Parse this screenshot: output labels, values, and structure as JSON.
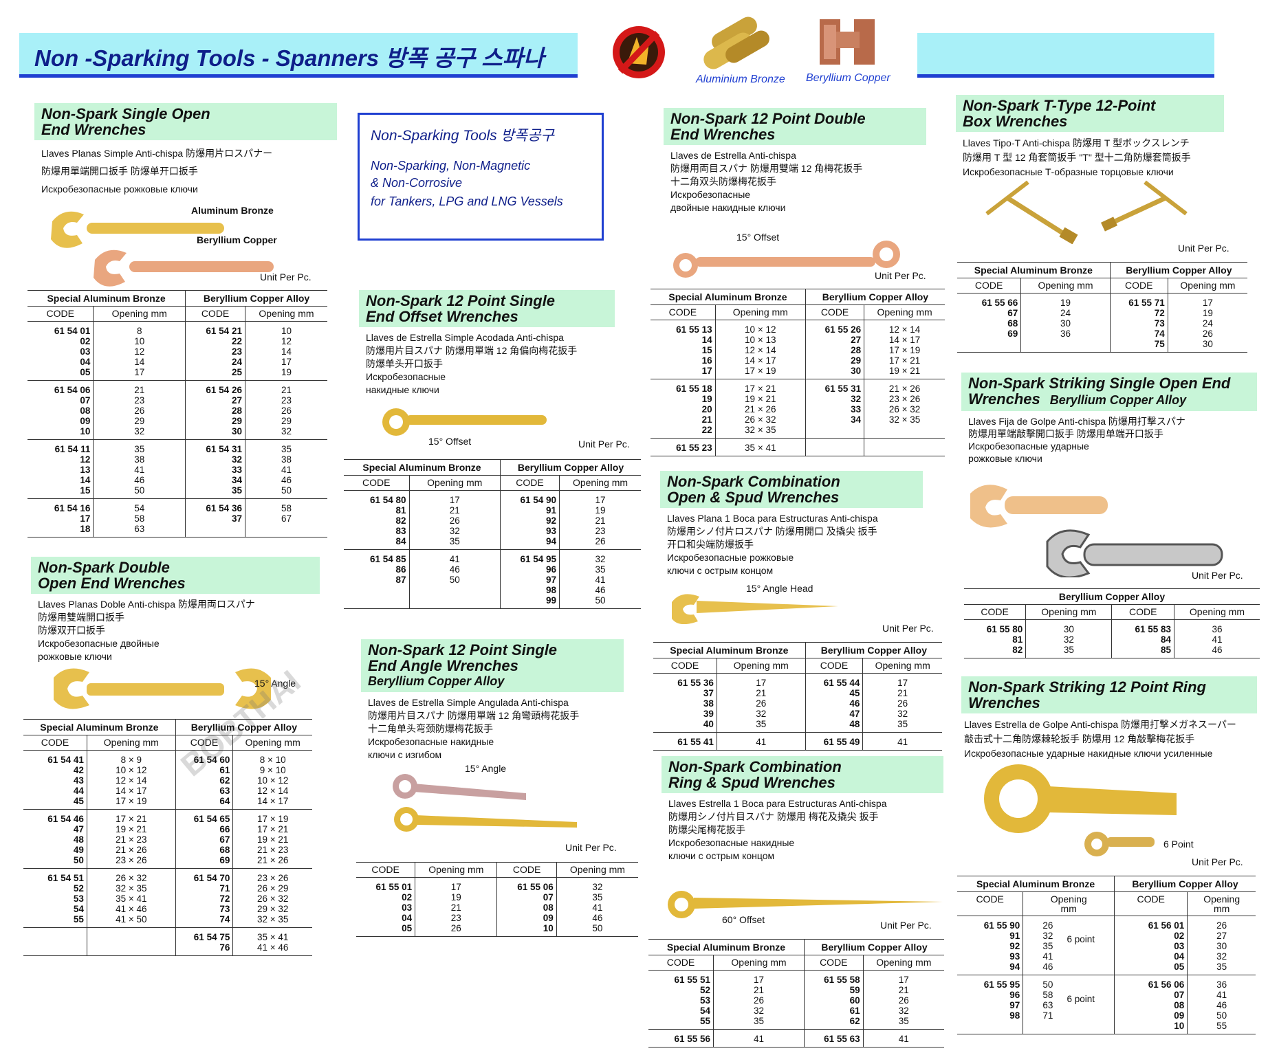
{
  "header": {
    "title": "Non -Sparking Tools -  Spanners  방폭 공구  스파나",
    "logo_alb": "Aluminium Bronze",
    "logo_becu": "Beryllium Copper"
  },
  "infobox": {
    "title": "Non-Sparking Tools 방폭공구",
    "line1": "Non-Sparking, Non-Magnetic",
    "line2": "& Non-Corrosive",
    "line3": "for Tankers, LPG and LNG Vessels"
  },
  "watermark": "BOBTHAI",
  "common": {
    "unit": "Unit Per Pc.",
    "alb": "Special Aluminum Bronze",
    "becu": "Beryllium Copper Alloy",
    "code": "CODE",
    "opening": "Opening mm",
    "opening2": "Opening\nmm"
  },
  "s1": {
    "title": "Non-Spark Single Open\nEnd Wrenches",
    "desc": "Llaves Planas Simple Anti-chispa  防爆用片ロスパナー\n防爆用單端開口扳手 防爆单开口扳手\nИскробезопасные рожковые ключи",
    "lbl_a": "Aluminum Bronze",
    "lbl_b": "Beryllium Copper",
    "rows": [
      [
        "61 54 01\n02\n03\n04\n05",
        "8\n10\n12\n14\n17",
        "61 54 21\n22\n23\n24\n25",
        "10\n12\n14\n17\n19"
      ],
      [
        "61 54 06\n07\n08\n09\n10",
        "21\n23\n26\n29\n32",
        "61 54 26\n27\n28\n29\n30",
        "21\n23\n26\n29\n32"
      ],
      [
        "61 54 11\n12\n13\n14\n15",
        "35\n38\n41\n46\n50",
        "61 54 31\n32\n33\n34\n35",
        "35\n38\n41\n46\n50"
      ],
      [
        "61 54 16\n17\n18",
        "54\n58\n63",
        "61 54 36\n37",
        "58\n67"
      ]
    ]
  },
  "s2": {
    "title": "Non-Spark Double\nOpen End Wrenches",
    "desc": "Llaves Planas Doble Anti-chispa   防爆用両ロスパナ\n防爆用雙端開口扳手\n防爆双开口扳手\nИскробезопасные двойные\nрожковые ключи",
    "angle": "15°  Angle",
    "rows": [
      [
        "61 54 41\n42\n43\n44\n45",
        "8 ×  9\n10 × 12\n12 × 14\n14 × 17\n17 × 19",
        "61 54 60\n61\n62\n63\n64",
        "8 × 10\n9 × 10\n10 × 12\n12 × 14\n14 × 17"
      ],
      [
        "61 54 46\n47\n48\n49\n50",
        "17 × 21\n19 × 21\n21 × 23\n21 × 26\n23 × 26",
        "61 54 65\n66\n67\n68\n69",
        "17 × 19\n17 × 21\n19 × 21\n21 × 23\n21 × 26"
      ],
      [
        "61 54 51\n52\n53\n54\n55",
        "26 × 32\n32 × 35\n35 × 41\n41 × 46\n41 × 50",
        "61 54 70\n71\n72\n73\n74",
        "23 × 26\n26 × 29\n26 × 32\n29 × 32\n32 × 35"
      ],
      [
        "",
        "",
        "61 54 75\n76",
        "35 × 41\n41 × 46"
      ]
    ]
  },
  "s3": {
    "title": "Non-Spark 12 Point Single\nEnd Offset Wrenches",
    "desc": "Llaves de Estrella Simple Acodada Anti-chispa\n防爆用片目スパナ 防爆用單端 12 角偏向梅花扳手\n防爆单头开口扳手\nИскробезопасные\nнакидные ключи",
    "offset": "15°  Offset",
    "rows": [
      [
        "61 54 80\n81\n82\n83\n84",
        "17\n21\n26\n32\n35",
        "61 54 90\n91\n92\n93\n94",
        "17\n19\n21\n23\n26"
      ],
      [
        "61 54 85\n86\n87",
        "41\n46\n50",
        "61 54 95\n96\n97\n98\n99",
        "32\n35\n41\n46\n50"
      ]
    ]
  },
  "s4": {
    "title": "Non-Spark 12 Point Single\nEnd Angle Wrenches",
    "subtitle": "Beryllium Copper Alloy",
    "desc": "Llaves de Estrella Simple Angulada Anti-chispa\n防爆用片目スパナ 防爆用單端 12 角彎頭梅花扳手\n十二角单头弯颈防爆梅花扳手\nИскробезопасные накидные\nключи с изгибом",
    "angle": "15°  Angle",
    "rows": [
      [
        "61 55 01\n02\n03\n04\n05",
        "17\n19\n21\n23\n26",
        "61 55 06\n07\n08\n09\n10",
        "32\n35\n41\n46\n50"
      ]
    ]
  },
  "s5": {
    "title": "Non-Spark 12 Point Double\nEnd Wrenches",
    "desc": "Llaves de Estrella Anti-chispa\n防爆用両目スパナ   防爆用雙端 12 角梅花扳手\n十二角双头防爆梅花扳手\nИскробезопасные\nдвойные накидные ключи",
    "offset": "15° Offset",
    "rows": [
      [
        "61 55 13\n14\n15\n16\n17",
        "10 × 12\n10 × 13\n12 × 14\n14 × 17\n17 × 19",
        "61 55 26\n27\n28\n29\n30",
        "12 × 14\n14 × 17\n17 × 19\n17 × 21\n19 × 21"
      ],
      [
        "61 55 18\n19\n20\n21\n22",
        "17 × 21\n19 × 21\n21 × 26\n26 × 32\n32 × 35",
        "61 55 31\n32\n33\n34",
        "21 × 26\n23 × 26\n26 × 32\n32 × 35"
      ],
      [
        "61 55 23",
        "35 × 41",
        "",
        ""
      ]
    ]
  },
  "s6": {
    "title": "Non-Spark Combination\nOpen & Spud Wrenches",
    "desc": "Llaves Plana 1 Boca para Estructuras Anti-chispa\n防爆用シノ付片ロスパナ   防爆用開口 及撬尖 扳手\n开口和尖端防爆扳手\nИскробезопасные рожковые\nключи с острым концом",
    "angle": "15° Angle Head",
    "rows": [
      [
        "61 55 36\n37\n38\n39\n40",
        "17\n21\n26\n32\n35",
        "61 55 44\n45\n46\n47\n48",
        "17\n21\n26\n32\n35"
      ],
      [
        "61 55 41",
        "41",
        "61 55 49",
        "41"
      ]
    ]
  },
  "s7": {
    "title": "Non-Spark Combination\nRing & Spud Wrenches",
    "desc": "Llaves Estrella 1 Boca para Estructuras Anti-chispa\n防爆用シノ付片目スパナ   防爆用 梅花及撬尖 扳手\n防爆尖尾梅花扳手\nИскробезопасные накидные\nключи с острым концом",
    "offset": "60°  Offset",
    "rows": [
      [
        "61 55 51\n52\n53\n54\n55",
        "17\n21\n26\n32\n35",
        "61 55 58\n59\n60\n61\n62",
        "17\n21\n26\n32\n35"
      ],
      [
        "61 55 56",
        "41",
        "61 55 63",
        "41"
      ]
    ]
  },
  "s8": {
    "title": "Non-Spark T-Type 12-Point\nBox Wrenches",
    "desc": "Llaves Tipo-T Anti-chispa  防爆用 T 型ボックスレンチ\n防爆用 T 型 12 角套筒扳手 \"T\" 型十二角防爆套筒扳手\nИскробезопасные Т-образные торцовые ключи",
    "rows": [
      [
        "61 55 66\n67\n68\n69",
        "19\n24\n30\n36",
        "61 55 71\n72\n73\n74\n75",
        "17\n19\n24\n26\n30"
      ]
    ]
  },
  "s9": {
    "title": "Non-Spark Striking Single Open End\nWrenches",
    "subtitle": "Beryllium Copper Alloy",
    "desc": "Llaves Fija de Golpe Anti-chispa  防爆用打撃スパナ\n防爆用單端敲擊開口扳手 防爆用单端开口扳手\nИскробезопасные ударные\nрожковые ключи",
    "rows": [
      [
        "61 55 80\n81\n82",
        "30\n32\n35",
        "61 55 83\n84\n85",
        "36\n41\n46"
      ]
    ]
  },
  "s10": {
    "title": "Non-Spark Striking 12 Point Ring\nWrenches",
    "desc": "Llaves Estrella de Golpe Anti-chispa  防爆用打撃メガネスーパー\n敲击式十二角防爆棘轮扳手      防爆用 12 角敲擊梅花扳手\nИскробезопасные ударные накидные ключи усиленные",
    "point": "6 Point",
    "six": "6 point",
    "rows": [
      [
        "61 55 90\n91\n92\n93\n94",
        "26\n32\n35\n41\n46",
        "61 56 01\n02\n03\n04\n05",
        "26\n27\n30\n32\n35"
      ],
      [
        "61 55 95\n96\n97\n98",
        "50\n58\n63\n71",
        "61 56 06\n07\n08\n09\n10",
        "36\n41\n46\n50\n55"
      ]
    ]
  }
}
